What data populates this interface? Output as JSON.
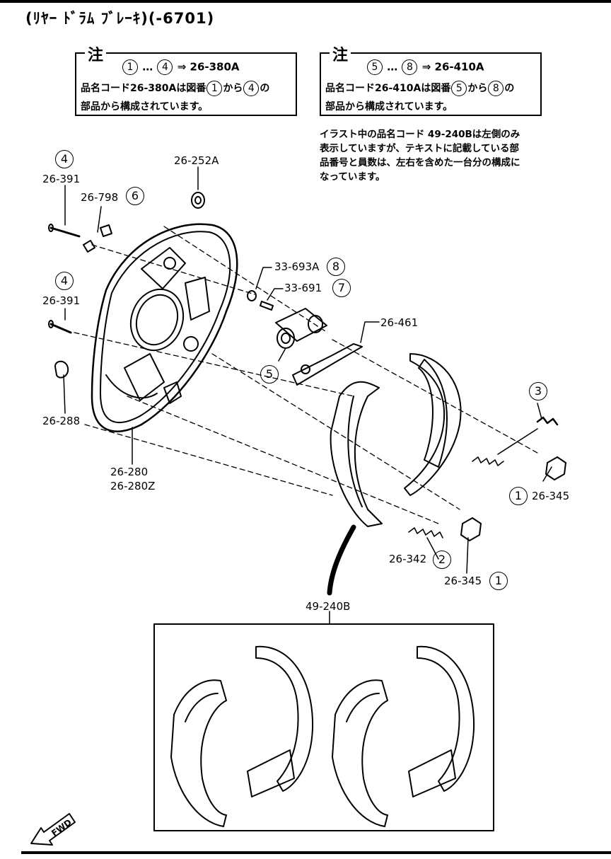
{
  "title": "(ﾘﾔｰ ﾄﾞﾗﾑ ﾌﾞﾚｰｷ)(-6701)",
  "notes": [
    {
      "head": "注",
      "formula_from": "1",
      "formula_dots": "…",
      "formula_to": "4",
      "formula_arrow": "⇒",
      "formula_code": "26-380A",
      "line2_a": "品名コード26-380Aは図番",
      "line2_c1": "1",
      "line2_b": "から",
      "line2_c2": "4",
      "line2_d": "の",
      "line3": "部品から構成されています。"
    },
    {
      "head": "注",
      "formula_from": "5",
      "formula_dots": "…",
      "formula_to": "8",
      "formula_arrow": "⇒",
      "formula_code": "26-410A",
      "line2_a": "品名コード26-410Aは図番",
      "line2_c1": "5",
      "line2_b": "から",
      "line2_c2": "8",
      "line2_d": "の",
      "line3": "部品から構成されています。"
    }
  ],
  "info": {
    "lines": [
      "イラスト中の品名コード 49-240Bは左側のみ",
      "表示していますが、テキストに記載している部",
      "品番号と員数は、左右を含めた一台分の構成に",
      "なっています。"
    ]
  },
  "parts": {
    "p26_252A": "26-252A",
    "p26_391a": "26-391",
    "p26_391b": "26-391",
    "p26_798": "26-798",
    "p33_693A": "33-693A",
    "p33_691": "33-691",
    "p26_461": "26-461",
    "p26_288": "26-288",
    "p26_280": "26-280",
    "p26_280Z": "26-280Z",
    "p26_345a": "26-345",
    "p26_342": "26-342",
    "p26_345b": "26-345",
    "p49_240B": "49-240B"
  },
  "refs": {
    "r4a": "4",
    "r4b": "4",
    "r6": "6",
    "r8": "8",
    "r7": "7",
    "r5": "5",
    "r3": "3",
    "r1a": "1",
    "r2": "2",
    "r1b": "1"
  },
  "fwd": "FWD"
}
